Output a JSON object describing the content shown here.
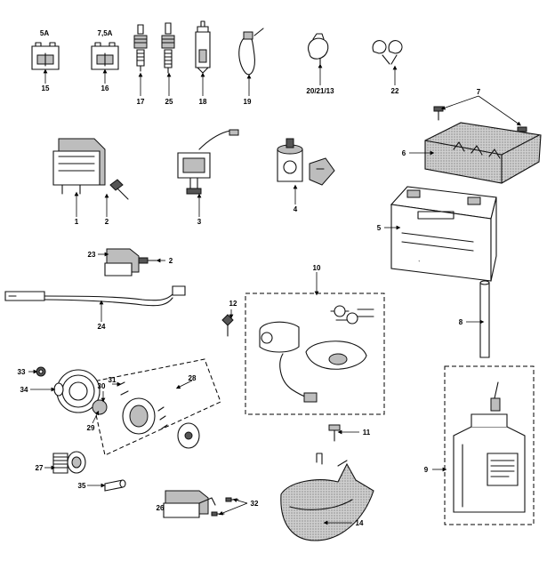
{
  "fuses": [
    {
      "rating": "5A"
    },
    {
      "rating": "7,5A"
    }
  ],
  "labels": {
    "1": "1",
    "2": "2",
    "2b": "2",
    "3": "3",
    "4": "4",
    "5": "5",
    "6": "6",
    "7": "7",
    "8": "8",
    "9": "9",
    "10": "10",
    "11": "11",
    "12": "12",
    "14": "14",
    "15": "15",
    "16": "16",
    "17": "17",
    "18": "18",
    "19": "19",
    "20_21_13": "20/21/13",
    "22": "22",
    "23": "23",
    "24": "24",
    "25": "25",
    "26": "26",
    "27": "27",
    "28": "28",
    "29": "29",
    "30": "30",
    "31": "31",
    "32": "32",
    "33": "33",
    "34": "34",
    "35": "35"
  },
  "icons": {
    "leader": "arrow-pointer",
    "group_outline": "dashed-box"
  },
  "colors": {
    "line": "#111111",
    "shading": "#bdbdbd",
    "background": "#ffffff"
  }
}
